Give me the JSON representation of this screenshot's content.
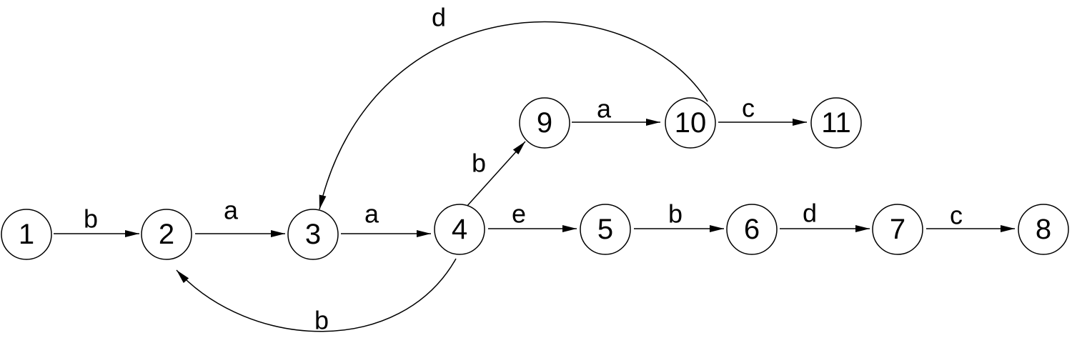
{
  "colors": {
    "stroke": "#000000",
    "background": "#ffffff"
  },
  "nodes": [
    {
      "id": "n1",
      "label": "1"
    },
    {
      "id": "n2",
      "label": "2"
    },
    {
      "id": "n3",
      "label": "3"
    },
    {
      "id": "n4",
      "label": "4"
    },
    {
      "id": "n5",
      "label": "5"
    },
    {
      "id": "n6",
      "label": "6"
    },
    {
      "id": "n7",
      "label": "7"
    },
    {
      "id": "n8",
      "label": "8"
    },
    {
      "id": "n9",
      "label": "9"
    },
    {
      "id": "n10",
      "label": "10"
    },
    {
      "id": "n11",
      "label": "11"
    }
  ],
  "edges": [
    {
      "from": "1",
      "to": "2",
      "label": "b"
    },
    {
      "from": "2",
      "to": "3",
      "label": "a"
    },
    {
      "from": "3",
      "to": "4",
      "label": "a"
    },
    {
      "from": "4",
      "to": "5",
      "label": "e"
    },
    {
      "from": "5",
      "to": "6",
      "label": "b"
    },
    {
      "from": "6",
      "to": "7",
      "label": "d"
    },
    {
      "from": "7",
      "to": "8",
      "label": "c"
    },
    {
      "from": "4",
      "to": "9",
      "label": "b"
    },
    {
      "from": "9",
      "to": "10",
      "label": "a"
    },
    {
      "from": "10",
      "to": "11",
      "label": "c"
    },
    {
      "from": "10",
      "to": "3",
      "label": "d"
    },
    {
      "from": "4",
      "to": "2",
      "label": "b"
    }
  ]
}
